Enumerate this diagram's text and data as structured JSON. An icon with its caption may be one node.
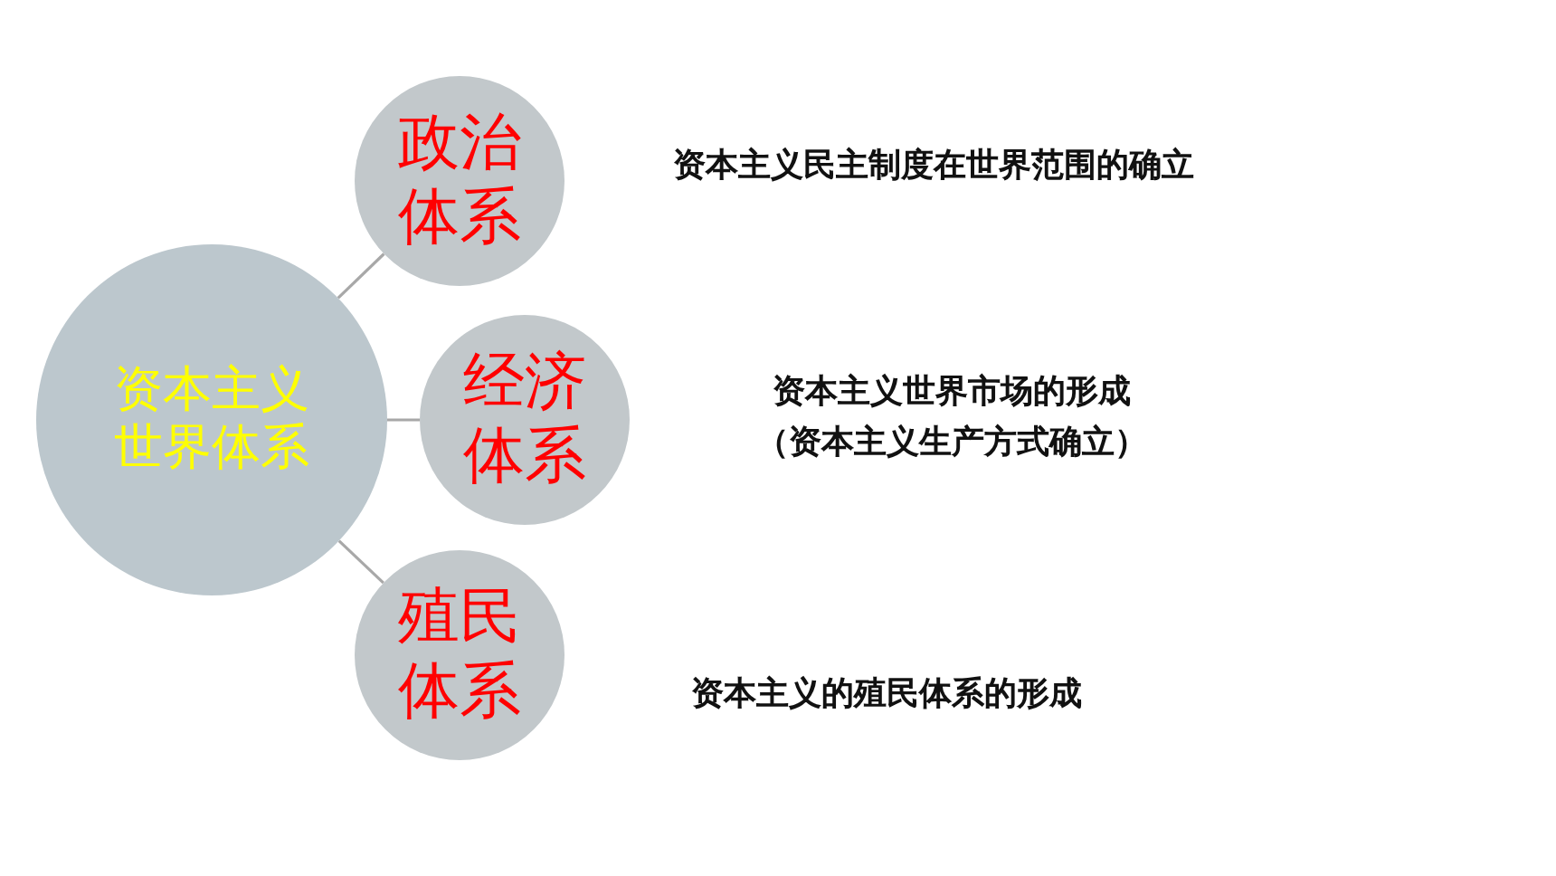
{
  "diagram": {
    "nodes": [
      {
        "text": [
          "资本主义世界体系"
        ]
      },
      {
        "text": [
          "政治体系"
        ]
      },
      {
        "text": [
          "经济体系"
        ]
      },
      {
        "text": [
          "殖民体系"
        ]
      }
    ],
    "edges": [
      {
        "from": 0,
        "to": 1,
        "arrow": "none"
      },
      {
        "from": 0,
        "to": 2,
        "arrow": "none"
      },
      {
        "from": 0,
        "to": 3,
        "arrow": "none"
      }
    ],
    "labels": [
      "资本主义民主制度在世界范围的确立",
      "资本主义世界市场的形成（资本主义生产方式确立）",
      "资本主义的殖民体系的形成"
    ]
  }
}
